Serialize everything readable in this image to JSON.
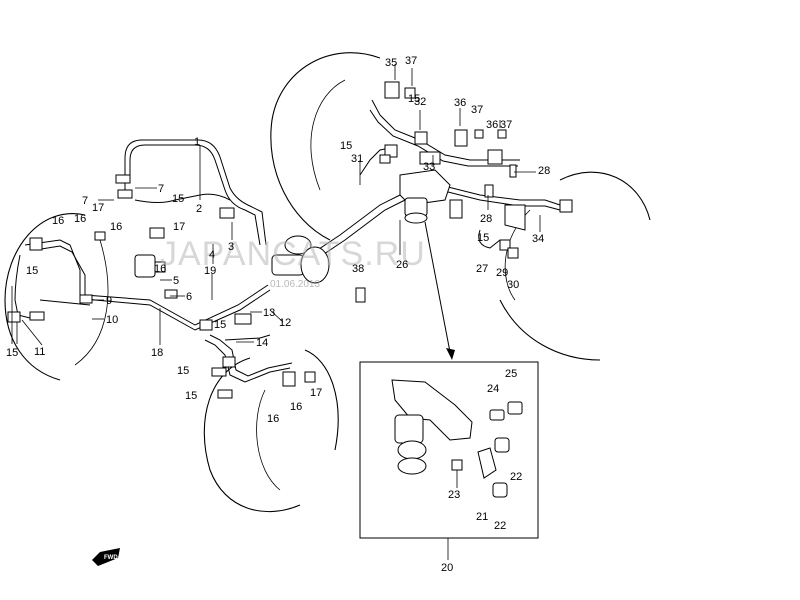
{
  "watermark": {
    "text": "JAPANCATS.RU",
    "date": "01.06.2013"
  },
  "direction_label": "FWD",
  "callouts": [
    {
      "id": "c1",
      "text": "1"
    },
    {
      "id": "c2",
      "text": "2"
    },
    {
      "id": "c3",
      "text": "3"
    },
    {
      "id": "c4",
      "text": "4"
    },
    {
      "id": "c5",
      "text": "5"
    },
    {
      "id": "c6",
      "text": "6"
    },
    {
      "id": "c7a",
      "text": "7"
    },
    {
      "id": "c7b",
      "text": "7"
    },
    {
      "id": "c9",
      "text": "9"
    },
    {
      "id": "c10",
      "text": "10"
    },
    {
      "id": "c11",
      "text": "11"
    },
    {
      "id": "c12",
      "text": "12"
    },
    {
      "id": "c13",
      "text": "13"
    },
    {
      "id": "c14",
      "text": "14"
    },
    {
      "id": "c15a",
      "text": "15"
    },
    {
      "id": "c15b",
      "text": "15"
    },
    {
      "id": "c15c",
      "text": "15"
    },
    {
      "id": "c15d",
      "text": "15"
    },
    {
      "id": "c15e",
      "text": "15"
    },
    {
      "id": "c15f",
      "text": "15"
    },
    {
      "id": "c15g",
      "text": "15"
    },
    {
      "id": "c15h",
      "text": "15"
    },
    {
      "id": "c15i",
      "text": "15"
    },
    {
      "id": "c16a",
      "text": "16"
    },
    {
      "id": "c16b",
      "text": "16"
    },
    {
      "id": "c16c",
      "text": "16"
    },
    {
      "id": "c16d",
      "text": "16"
    },
    {
      "id": "c16e",
      "text": "16"
    },
    {
      "id": "c16f",
      "text": "16"
    },
    {
      "id": "c17a",
      "text": "17"
    },
    {
      "id": "c17b",
      "text": "17"
    },
    {
      "id": "c17c",
      "text": "17"
    },
    {
      "id": "c18",
      "text": "18"
    },
    {
      "id": "c19",
      "text": "19"
    },
    {
      "id": "c20",
      "text": "20"
    },
    {
      "id": "c21",
      "text": "21"
    },
    {
      "id": "c22a",
      "text": "22"
    },
    {
      "id": "c22b",
      "text": "22"
    },
    {
      "id": "c23",
      "text": "23"
    },
    {
      "id": "c24",
      "text": "24"
    },
    {
      "id": "c25",
      "text": "25"
    },
    {
      "id": "c26",
      "text": "26"
    },
    {
      "id": "c27",
      "text": "27"
    },
    {
      "id": "c28a",
      "text": "28"
    },
    {
      "id": "c28b",
      "text": "28"
    },
    {
      "id": "c29",
      "text": "29"
    },
    {
      "id": "c30",
      "text": "30"
    },
    {
      "id": "c31",
      "text": "31"
    },
    {
      "id": "c32",
      "text": "32"
    },
    {
      "id": "c33",
      "text": "33"
    },
    {
      "id": "c34",
      "text": "34"
    },
    {
      "id": "c35",
      "text": "35"
    },
    {
      "id": "c36a",
      "text": "36"
    },
    {
      "id": "c36b",
      "text": "36"
    },
    {
      "id": "c37a",
      "text": "37"
    },
    {
      "id": "c37b",
      "text": "37"
    },
    {
      "id": "c37c",
      "text": "37"
    },
    {
      "id": "c38",
      "text": "38"
    }
  ]
}
